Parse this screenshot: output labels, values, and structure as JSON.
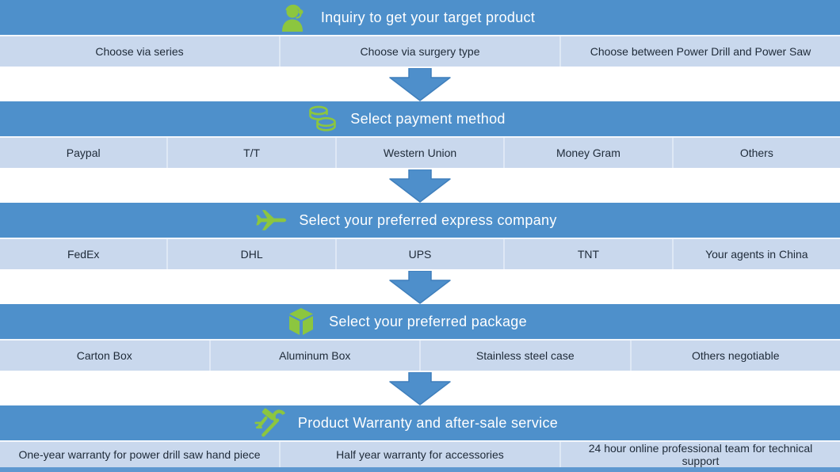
{
  "colors": {
    "header_blue": "#4E90CB",
    "row_blue": "#C9D8ED",
    "arrow_blue": "#4E8FCB",
    "arrow_border": "#3F7FBC",
    "icon_green": "#8CC63F",
    "text_dark": "#1E2A38",
    "bottom_strip_blue": "#5E98D0"
  },
  "sections": [
    {
      "title": "Inquiry to get your target product",
      "icon": "support-agent-icon",
      "options": [
        "Choose via series",
        "Choose via surgery type",
        "Choose between Power Drill and Power Saw"
      ]
    },
    {
      "title": "Select payment method",
      "icon": "coins-icon",
      "options": [
        "Paypal",
        "T/T",
        "Western Union",
        "Money Gram",
        "Others"
      ]
    },
    {
      "title": "Select your preferred express company",
      "icon": "airplane-icon",
      "options": [
        "FedEx",
        "DHL",
        "UPS",
        "TNT",
        "Your agents in China"
      ]
    },
    {
      "title": "Select your preferred package",
      "icon": "package-icon",
      "options": [
        "Carton Box",
        "Aluminum Box",
        "Stainless steel case",
        "Others negotiable"
      ]
    },
    {
      "title": "Product Warranty and after-sale service",
      "icon": "tools-icon",
      "options": [
        "One-year warranty for power drill saw hand piece",
        "Half year warranty for accessories",
        "24 hour online professional team for technical support"
      ]
    }
  ]
}
